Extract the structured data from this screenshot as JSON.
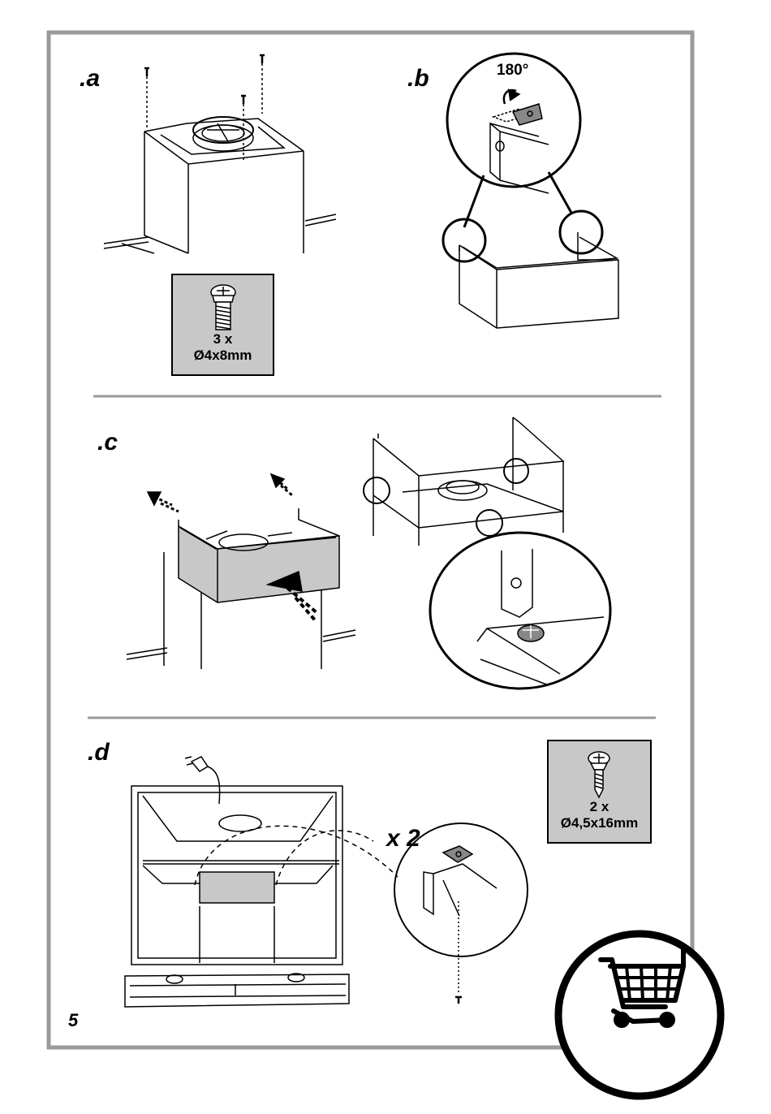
{
  "page": {
    "number": "5",
    "colors": {
      "frame": "#9a9a9a",
      "ink": "#000000",
      "panel_fill": "#c8c8c8",
      "paper": "#ffffff"
    }
  },
  "steps": {
    "a": {
      "label": ".a",
      "screw": {
        "quantity": "3 x",
        "size": "Ø4x8mm",
        "icon": "machine-screw-icon"
      }
    },
    "b": {
      "label": ".b",
      "rotation": "180°"
    },
    "c": {
      "label": ".c"
    },
    "d": {
      "label": ".d",
      "multiplier": "x 2",
      "screw": {
        "quantity": "2 x",
        "size": "Ø4,5x16mm",
        "icon": "self-tapping-screw-icon"
      }
    }
  },
  "badges": {
    "shopping_cart": "shopping-cart-icon"
  }
}
